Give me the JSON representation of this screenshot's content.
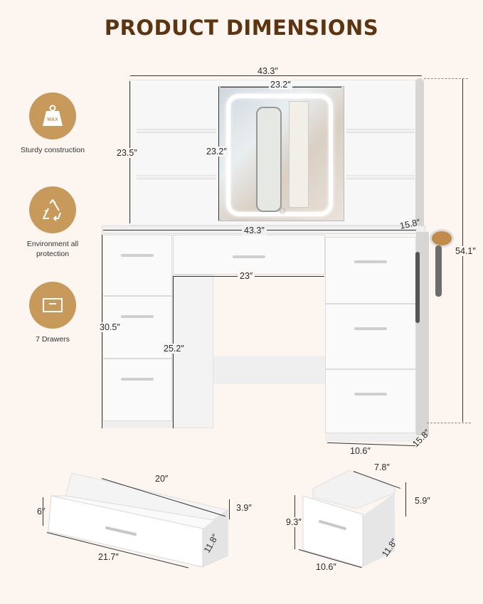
{
  "title": "PRODUCT DIMENSIONS",
  "features": [
    {
      "icon": "weight-max-icon",
      "icon_text": "MAX",
      "label": "Sturdy construction"
    },
    {
      "icon": "recycle-icon",
      "label": "Environment all protection"
    },
    {
      "icon": "drawer-icon",
      "label": "7 Drawers"
    }
  ],
  "dimensions": {
    "hutch_width": "43.3″",
    "mirror_width": "23.2″",
    "mirror_height": "23.2″",
    "hutch_height": "23.5″",
    "desk_width": "43.3″",
    "desk_depth_top": "15.8″",
    "total_height": "54.1″",
    "knee_width": "23″",
    "desk_height": "30.5″",
    "knee_height": "25.2″",
    "cabinet_width": "10.6″",
    "cabinet_depth": "15.8″"
  },
  "large_drawer": {
    "inner_width": "20″",
    "outer_width": "21.7″",
    "front_height": "6″",
    "inner_height": "3.9″",
    "depth": "11.8″"
  },
  "small_drawer": {
    "inner_width": "7.8″",
    "outer_width": "10.6″",
    "front_height": "9.3″",
    "inner_height": "5.9″",
    "depth": "11.8″"
  },
  "colors": {
    "background": "#fcf5f0",
    "title": "#5c3410",
    "icon_circle": "#c7995b"
  }
}
